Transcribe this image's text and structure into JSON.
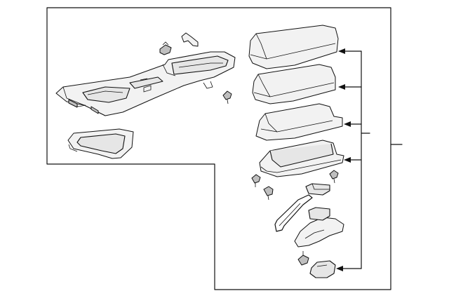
{
  "diagram": {
    "parts": [
      {
        "name": "console-box"
      },
      {
        "name": "shift-opening-cover"
      },
      {
        "name": "console-clip"
      },
      {
        "name": "console-bracket"
      },
      {
        "name": "console-screw"
      },
      {
        "name": "armrest-lid-1"
      },
      {
        "name": "armrest-lid-2"
      },
      {
        "name": "armrest-lid-3"
      },
      {
        "name": "armrest-lid-4"
      },
      {
        "name": "lid-bolt-left"
      },
      {
        "name": "lid-bolt-right"
      },
      {
        "name": "lid-lock-knob"
      },
      {
        "name": "hinge-rod"
      },
      {
        "name": "hinge-bracket"
      },
      {
        "name": "hinge-screw"
      },
      {
        "name": "lock-striker"
      }
    ],
    "callout_count": 1
  }
}
